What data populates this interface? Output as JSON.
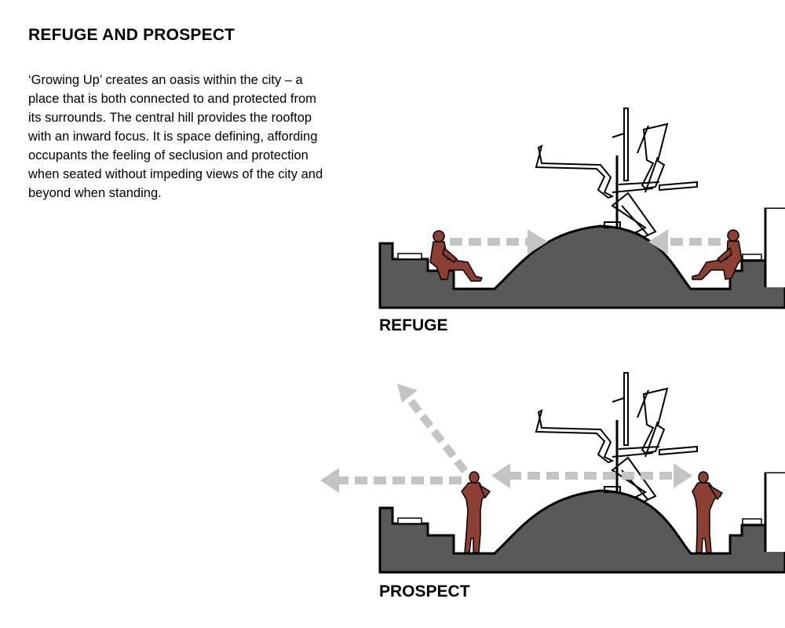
{
  "page": {
    "title": "REFUGE AND PROSPECT",
    "intro_lines": [
      "‘Growing Up’ creates an oasis within the city – a",
      "place that is both connected to and protected from",
      "its surrounds.  The central hill provides the rooftop",
      "with an inward focus.  It is space defining, affording",
      "occupants the feeling of seclusion and protection",
      "when seated without impeding views of the city and",
      "beyond when standing."
    ]
  },
  "diagrams": {
    "refuge": {
      "label": "REFUGE",
      "posture": "seated"
    },
    "prospect": {
      "label": "PROSPECT",
      "posture": "standing"
    }
  },
  "colors": {
    "ground": "#595959",
    "figure": "#8c3f33",
    "arrow": "#c4c4c4",
    "structure": "#000000",
    "outline": "#000000",
    "text": "#000000"
  }
}
